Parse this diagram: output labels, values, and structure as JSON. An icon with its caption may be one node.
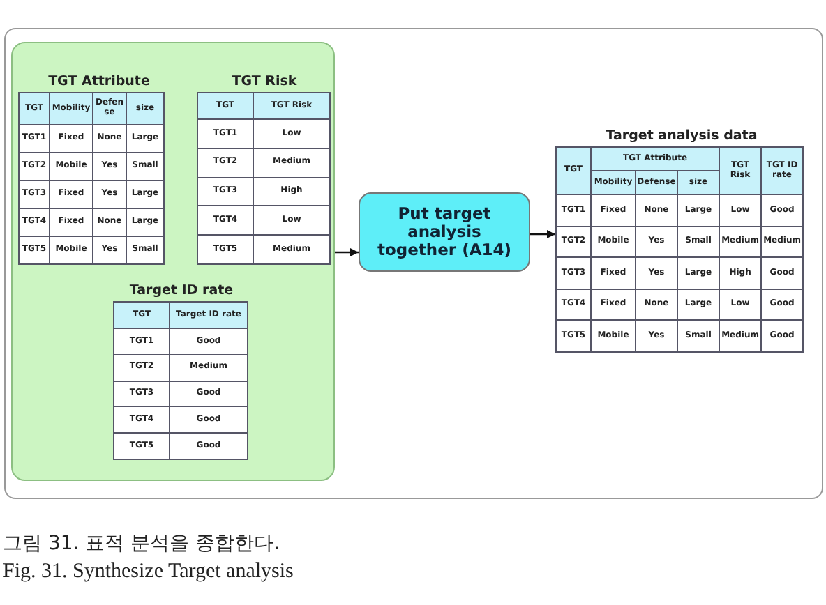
{
  "diagram": {
    "caption": "그림 31. 표적 분석을 종합한다.",
    "nodes": [
      {
        "text": [],
        "shape": "box"
      },
      {
        "text": [
          "TGT Attribute"
        ],
        "in": 0
      },
      {
        "text": [
          "TGT Risk"
        ],
        "in": 0
      },
      {
        "text": [
          "Target ID rate"
        ],
        "in": 0
      },
      {
        "text": [
          "Put target analysis together (A14)"
        ]
      },
      {
        "text": [
          "Target analysis data"
        ]
      }
    ],
    "edges": [
      {
        "from": 0,
        "to": 4,
        "arrow": "to"
      },
      {
        "from": 4,
        "to": 5,
        "arrow": "to"
      }
    ],
    "labels": [
      "TGT",
      "Mobility",
      "Defense",
      "size",
      "TGT1",
      "Fixed",
      "None",
      "Large",
      "TGT2",
      "Mobile",
      "Yes",
      "Small",
      "TGT3",
      "Fixed",
      "Yes",
      "Large",
      "TGT4",
      "Fixed",
      "None",
      "Large",
      "TGT5",
      "Mobile",
      "Yes",
      "Small",
      "TGT",
      "TGT Risk",
      "TGT1",
      "Low",
      "TGT2",
      "Medium",
      "TGT3",
      "High",
      "TGT4",
      "Low",
      "TGT5",
      "Medium",
      "TGT",
      "Target ID rate",
      "TGT1",
      "Good",
      "TGT2",
      "Medium",
      "TGT3",
      "Good",
      "TGT4",
      "Good",
      "TGT5",
      "Good",
      "TGT",
      "TGT Attribute",
      "TGT Risk",
      "TGT ID rate",
      "Mobility",
      "Defense",
      "size",
      "TGT1",
      "Fixed",
      "None",
      "Large",
      "Low",
      "Good",
      "TGT2",
      "Mobile",
      "Yes",
      "Small",
      "Medium",
      "Medium",
      "TGT3",
      "Fixed",
      "Yes",
      "Large",
      "High",
      "Good",
      "TGT4",
      "Fixed",
      "None",
      "Large",
      "Low",
      "Good",
      "TGT5",
      "Mobile",
      "Yes",
      "Small",
      "Medium",
      "Good",
      "Fig. 31. Synthesize Target analysis"
    ]
  }
}
